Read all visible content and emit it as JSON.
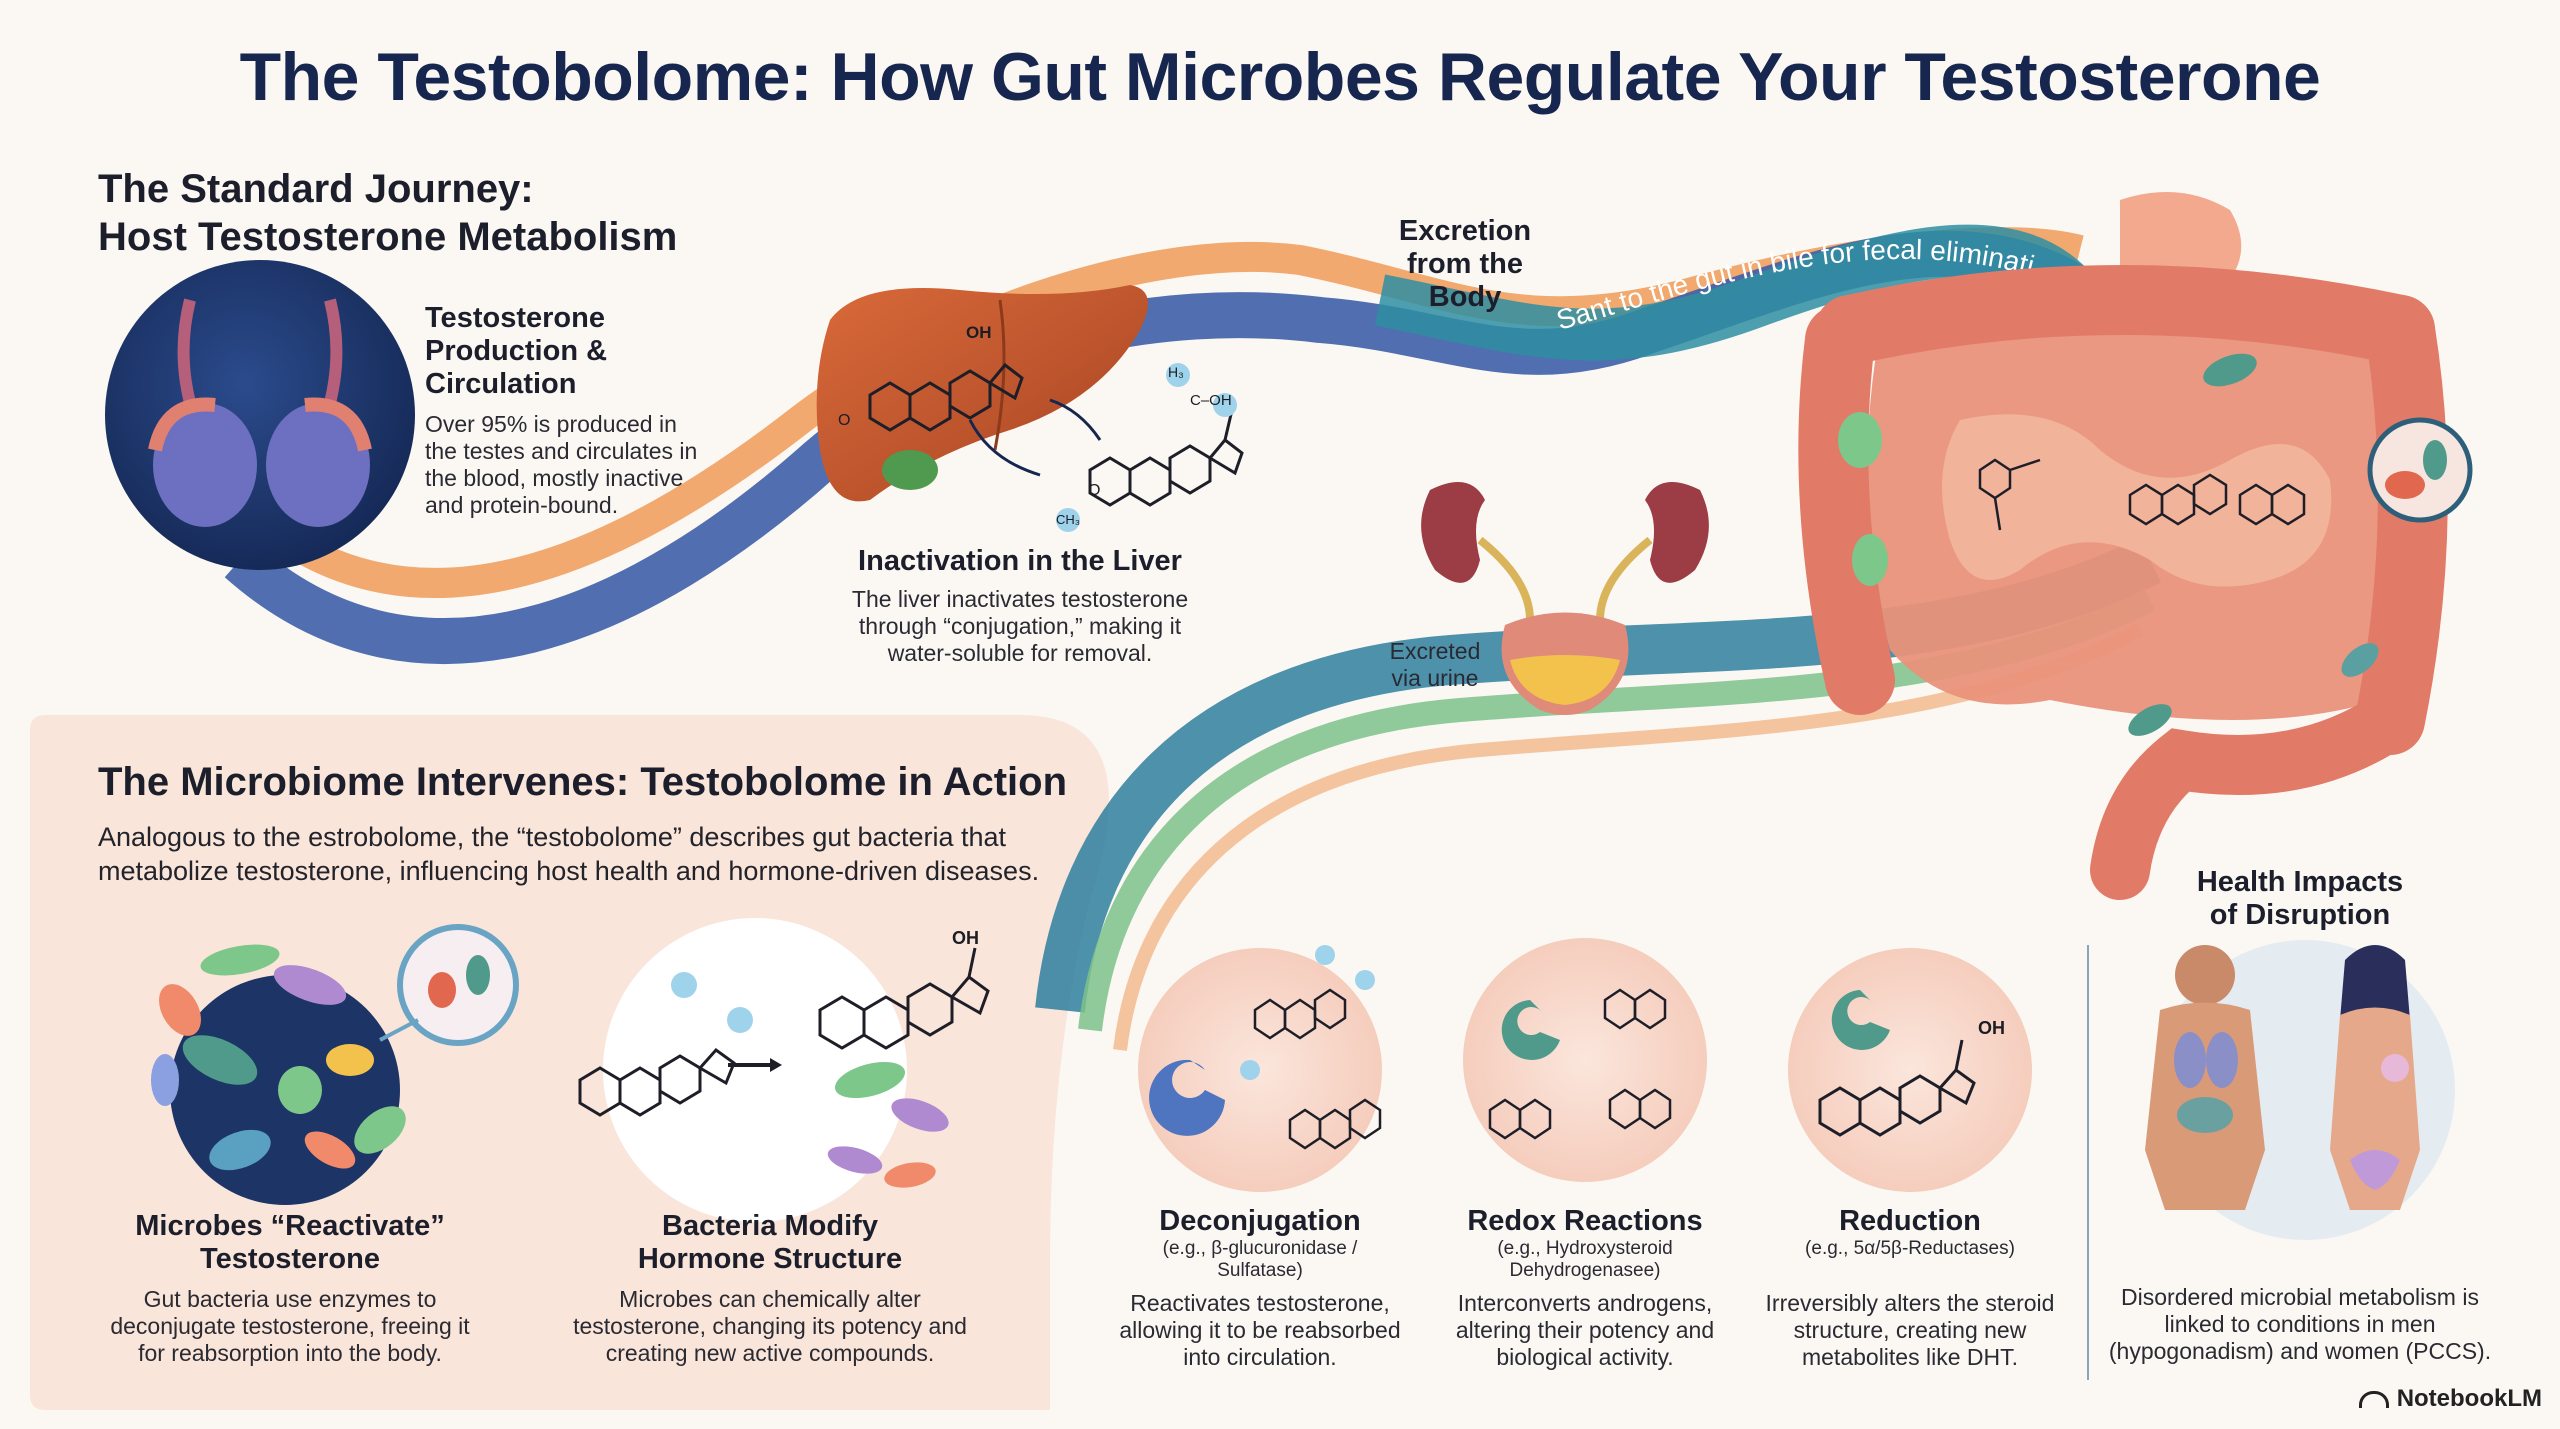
{
  "title": "The Testobolome: How Gut Microbes Regulate Your Testosterone",
  "standard": {
    "heading_line1": "The Standard Journey:",
    "heading_line2": "Host Testosterone Metabolism",
    "production": {
      "title_line1": "Testosterone",
      "title_line2": "Production &",
      "title_line3": "Circulation",
      "body_line1": "Over 95% is produced in",
      "body_line2": "the testes and circulates in",
      "body_line3": "the blood, mostly inactive",
      "body_line4": "and protein-bound."
    },
    "liver": {
      "title": "Inactivation in the Liver",
      "body_line1": "The liver inactivates testosterone",
      "body_line2": "through “conjugation,” making it",
      "body_line3": "water-soluble for removal."
    },
    "excretion": {
      "title_line1": "Excretion",
      "title_line2": "from the",
      "title_line3": "Body",
      "curve_text": "Sant to the gut in bile for fecal elimination"
    },
    "urine": {
      "line1": "Excreted",
      "line2": "via urine"
    },
    "molecule_labels": {
      "oh": "OH",
      "ch3": "CH₃",
      "h3": "H₃",
      "c_oh": "C–OH",
      "o": "O"
    }
  },
  "microbiome": {
    "heading": "The Microbiome Intervenes: Testobolome in Action",
    "intro_line1": "Analogous to the estrobolome, the “testobolome” describes gut bacteria that",
    "intro_line2": "metabolize testosterone, influencing host health and hormone-driven diseases.",
    "reactivate": {
      "title_line1": "Microbes “Reactivate”",
      "title_line2": "Testosterone",
      "body_line1": "Gut bacteria use enzymes to",
      "body_line2": "deconjugate testosterone, freeing it",
      "body_line3": "for reabsorption into the body."
    },
    "modify": {
      "title_line1": "Bacteria Modify",
      "title_line2": "Hormone Structure",
      "body_line1": "Microbes can chemically alter",
      "body_line2": "testosterone, changing its potency and",
      "body_line3": "creating new active compounds."
    },
    "deconjugation": {
      "title": "Deconjugation",
      "enzyme_line1": "(e.g., β-glucuronidase /",
      "enzyme_line2": "Sulfatase)",
      "body_line1": "Reactivates testosterone,",
      "body_line2": "allowing it to be reabsorbed",
      "body_line3": "into circulation."
    },
    "redox": {
      "title": "Redox Reactions",
      "enzyme_line1": "(e.g., Hydroxysteroid",
      "enzyme_line2": "Dehydrogenasee)",
      "body_line1": "Interconverts androgens,",
      "body_line2": "altering their potency and",
      "body_line3": "biological activity."
    },
    "reduction": {
      "title": "Reduction",
      "enzyme_line1": "(e.g., 5α/5β-Reductases)",
      "body_line1": "Irreversibly alters the steroid",
      "body_line2": "structure, creating new",
      "body_line3": "metabolites like DHT."
    },
    "impacts": {
      "title_line1": "Health Impacts",
      "title_line2": "of Disruption",
      "body_line1": "Disordered microbial metabolism is",
      "body_line2": "linked to conditions in men",
      "body_line3": "(hypogonadism) and women (PCCS)."
    }
  },
  "brand": "NotebookLM",
  "colors": {
    "title": "#16264f",
    "ribbon_blue": "#3f6fae",
    "ribbon_orange": "#ef9b57",
    "ribbon_teal": "#2e8ea2",
    "ribbon_green": "#7cc28a",
    "panel_peach": "#f8e2d6",
    "liver": "#c8572f",
    "intestine": "#e58a6f"
  }
}
